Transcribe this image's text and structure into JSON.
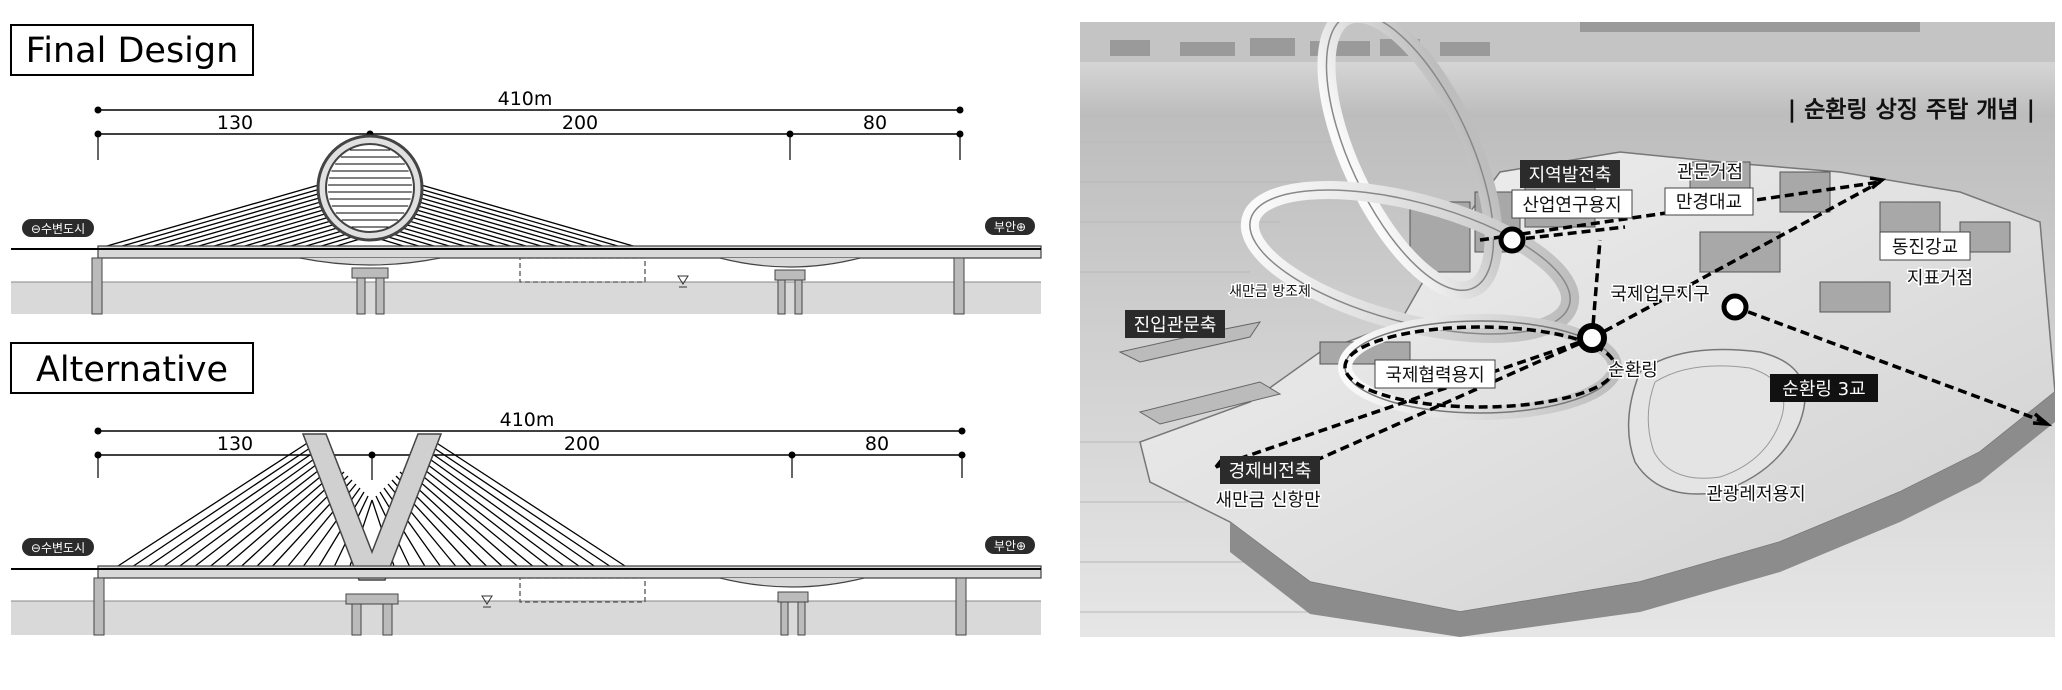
{
  "elevations": {
    "final": {
      "title": "Final Design",
      "total_span": "410m",
      "spans": [
        "130",
        "200",
        "80"
      ],
      "left_badge": "⊖수변도시",
      "right_badge": "부안⊕"
    },
    "alternative": {
      "title": "Alternative",
      "total_span": "410m",
      "spans": [
        "130",
        "200",
        "80"
      ],
      "left_badge": "⊖수변도시",
      "right_badge": "부안⊕"
    }
  },
  "site_map": {
    "title": "| 순환링 상징 주탑 개념 |",
    "labels": {
      "regional_axis": "지역발전축",
      "industrial_site": "산업연구용지",
      "gateway_point": "관문거점",
      "mangyeong_bridge": "만경대교",
      "dongjin_bridge": "동진강교",
      "landmark_point": "지표거점",
      "seawall": "새만금 방조제",
      "business_district": "국제업무지구",
      "entrance_axis": "진입관문축",
      "circular_ring": "순환링",
      "cooperation_site": "국제협력용지",
      "ring_bridge_3": "순환링 3교",
      "economic_axis": "경제비전축",
      "new_port": "새만금 신항만",
      "tourism_site": "관광레저용지"
    },
    "colors": {
      "dark_label": "#2b2b2b",
      "water": "#d6d6d6"
    }
  }
}
